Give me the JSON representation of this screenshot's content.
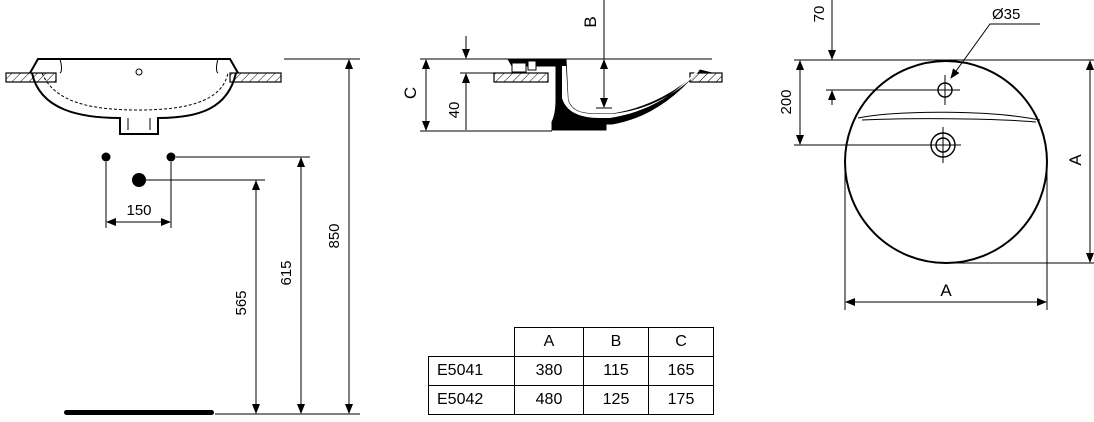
{
  "front": {
    "dim_150": "150",
    "dim_565": "565",
    "dim_615": "615",
    "dim_850": "850"
  },
  "side": {
    "label_b": "B",
    "label_c": "C",
    "dim_40": "40"
  },
  "top": {
    "dim_70": "70",
    "dim_200": "200",
    "dim_hole": "Ø35",
    "label_a_right": "A",
    "label_a_bottom": "A"
  },
  "table": {
    "headers": [
      "A",
      "B",
      "C"
    ],
    "rows": [
      {
        "model": "E5041",
        "a": "380",
        "b": "115",
        "c": "165"
      },
      {
        "model": "E5042",
        "a": "480",
        "b": "125",
        "c": "175"
      }
    ]
  }
}
